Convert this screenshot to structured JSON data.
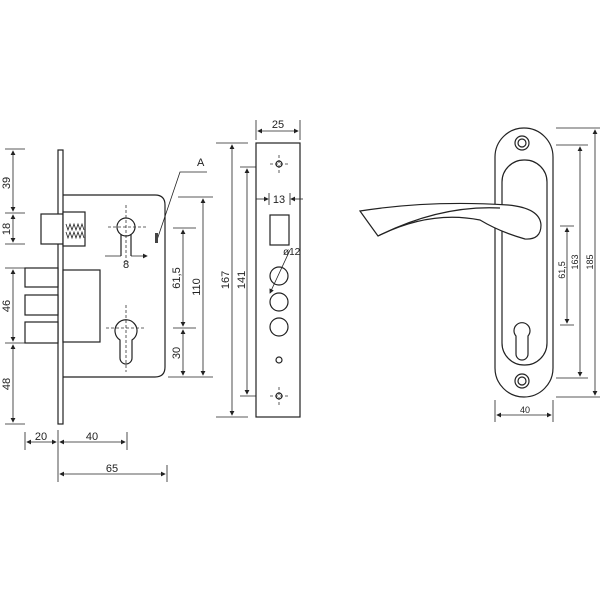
{
  "lock_body": {
    "dims": {
      "d39": "39",
      "d18": "18",
      "d46": "46",
      "d48": "48",
      "d20": "20",
      "d40": "40",
      "d65": "65",
      "d8": "8",
      "d61_5": "61,5",
      "d30": "30",
      "d110": "110",
      "label_a": "A"
    }
  },
  "faceplate": {
    "dims": {
      "d25": "25",
      "d13": "13",
      "d12": "ø12",
      "d167": "167",
      "d141": "141"
    }
  },
  "handle": {
    "dims": {
      "d61_5": "61,5",
      "d163": "163",
      "d185": "185",
      "d40": "40"
    }
  },
  "colors": {
    "line": "#222222",
    "background": "#ffffff"
  }
}
